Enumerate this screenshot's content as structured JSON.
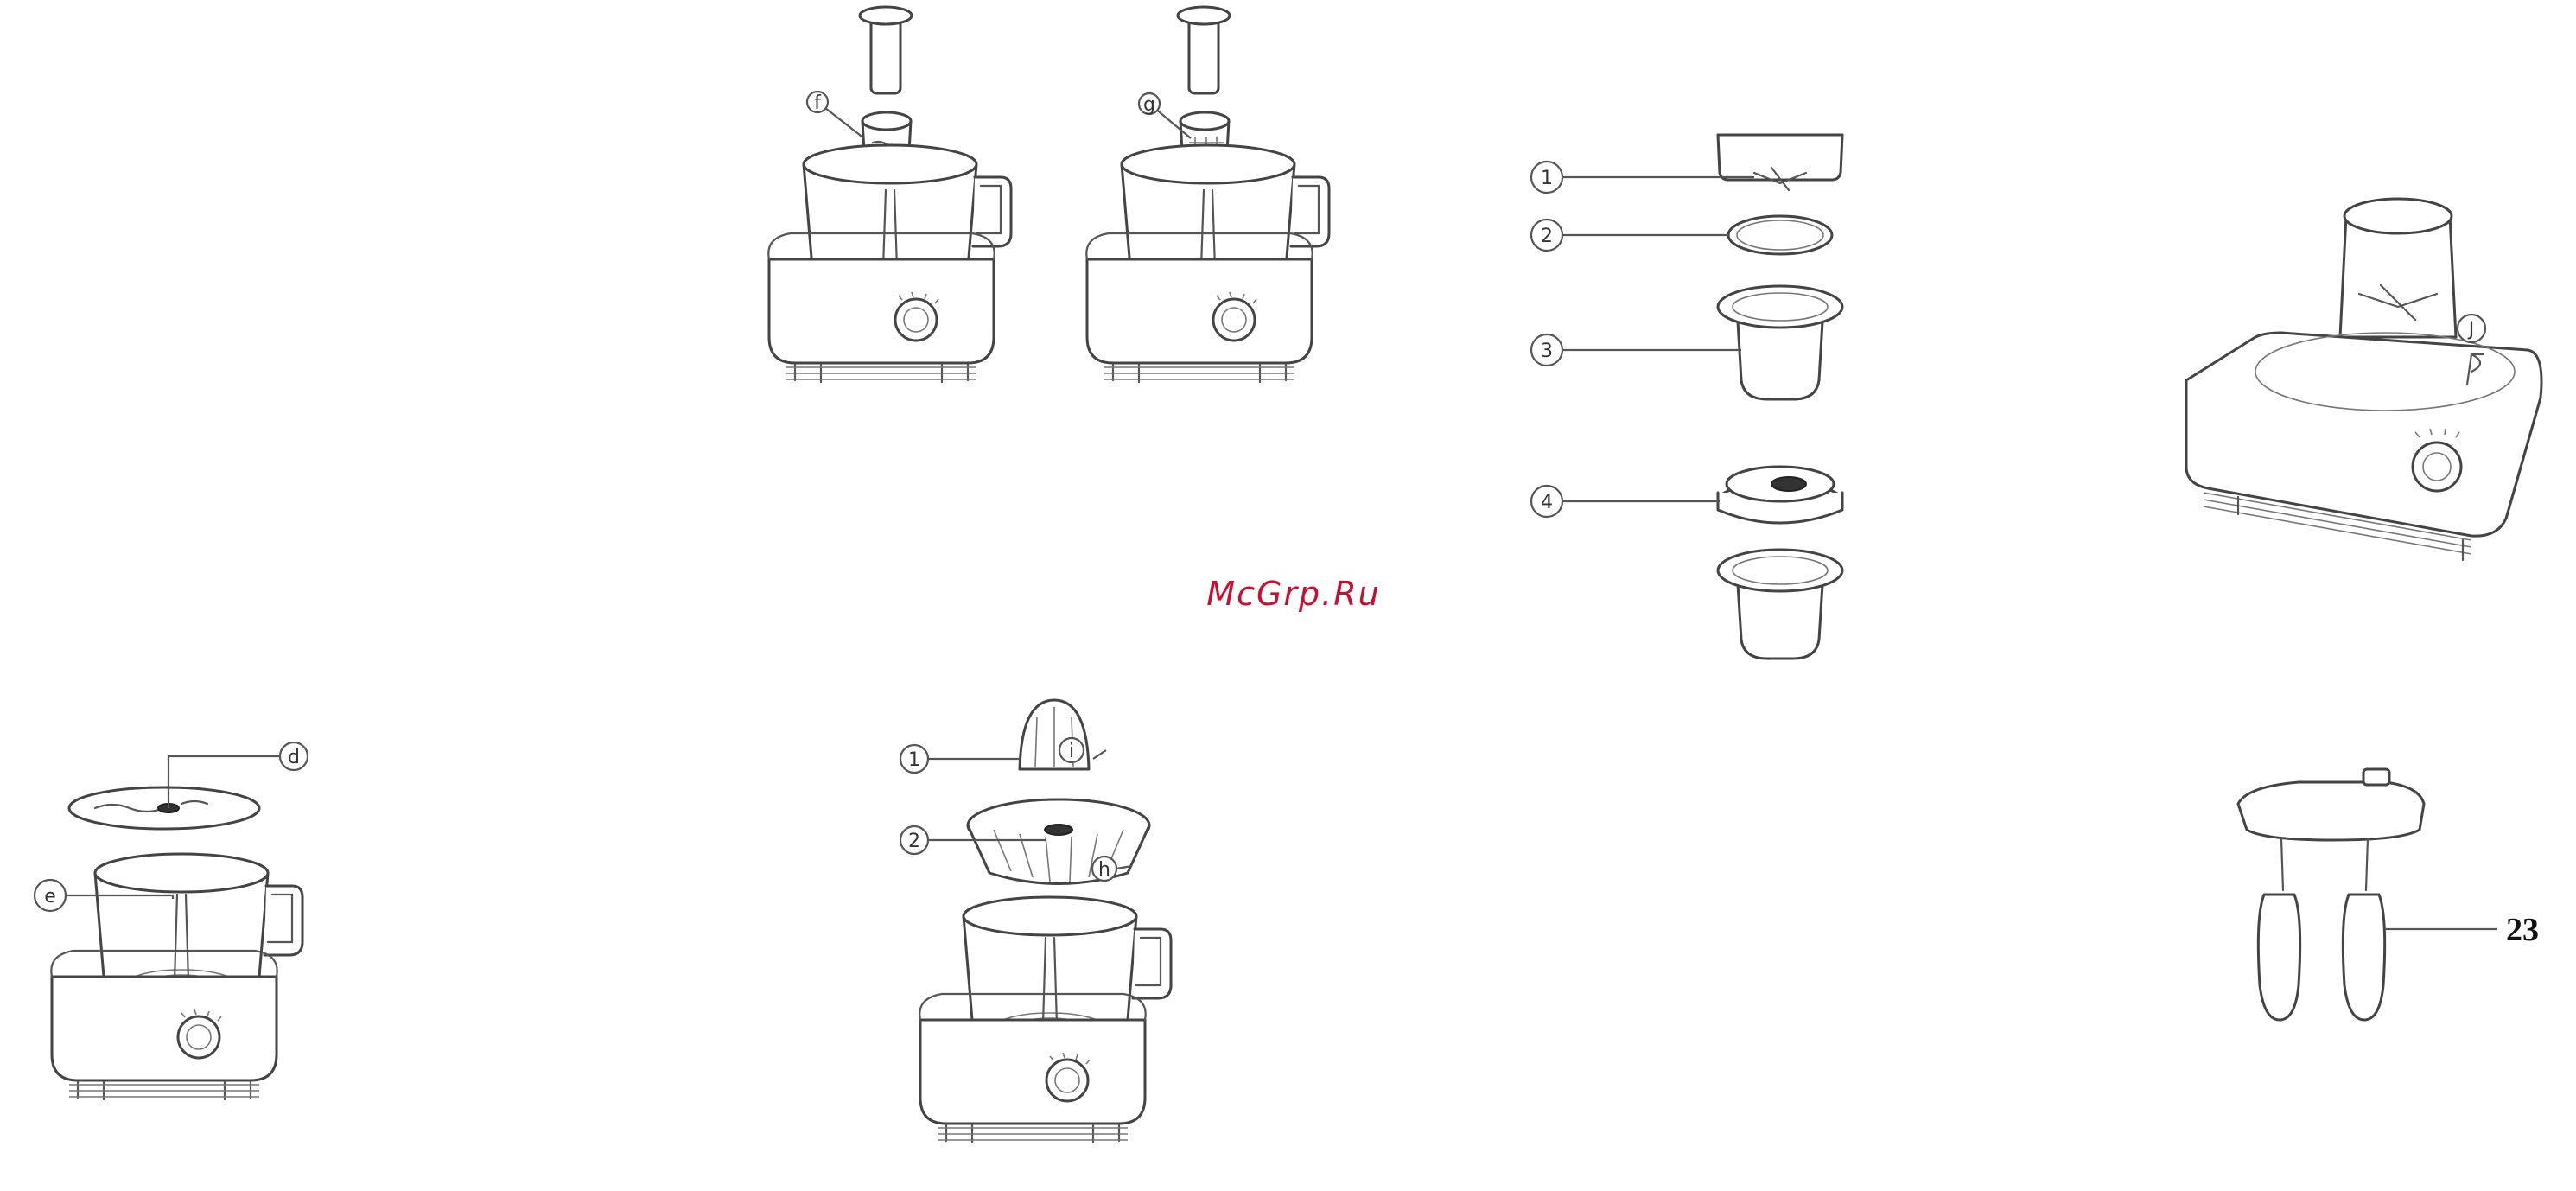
{
  "watermark": "McGrp.Ru",
  "labels": {
    "f": "f",
    "g": "g",
    "d": "d",
    "e": "e",
    "h": "h",
    "i": "i",
    "j": "J",
    "grinder_1": "1",
    "grinder_2": "2",
    "grinder_3": "3",
    "grinder_4": "4",
    "juicer_1": "1",
    "juicer_2": "2",
    "part_number": "23"
  },
  "colors": {
    "line": "#444444",
    "watermark": "#c8102e",
    "background": "#ffffff"
  }
}
